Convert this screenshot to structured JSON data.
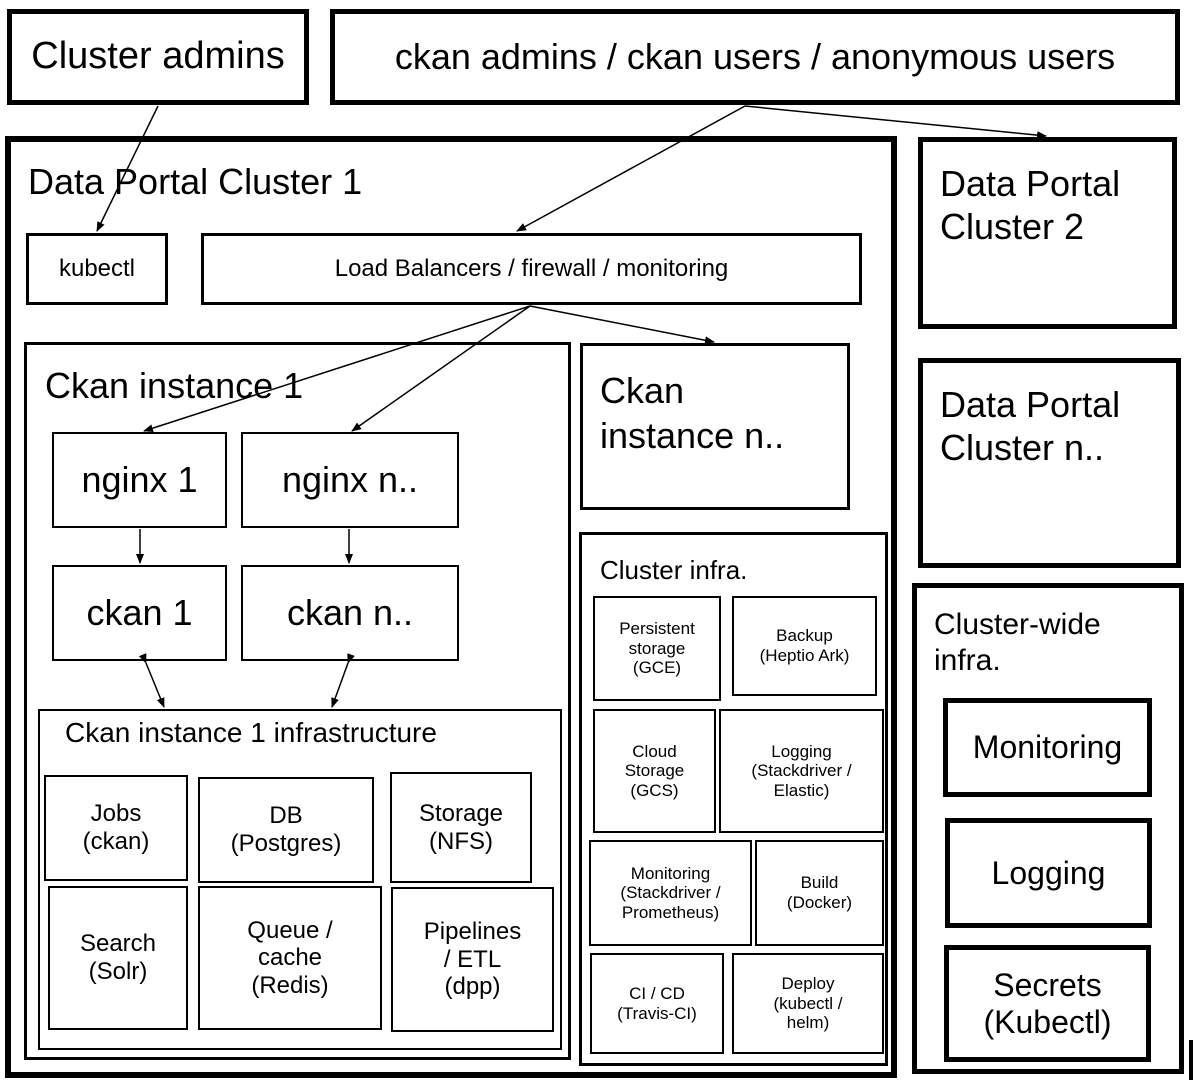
{
  "actors": {
    "cluster_admins": "Cluster admins",
    "users": "ckan admins / ckan users / anonymous users"
  },
  "cluster1": {
    "title": "Data Portal Cluster 1",
    "kubectl": "kubectl",
    "load_balancers": "Load Balancers / firewall / monitoring",
    "ckan_instance_1": {
      "title": "Ckan instance 1",
      "nginx_1": "nginx 1",
      "nginx_n": "nginx n..",
      "ckan_1": "ckan 1",
      "ckan_n": "ckan n..",
      "infrastructure": {
        "title": "Ckan instance 1 infrastructure",
        "items": [
          "Jobs\n(ckan)",
          "DB\n(Postgres)",
          "Storage\n(NFS)",
          "Search\n(Solr)",
          "Queue /\ncache\n(Redis)",
          "Pipelines\n/ ETL\n(dpp)"
        ]
      }
    },
    "ckan_instance_n": "Ckan\ninstance n..",
    "cluster_infra": {
      "title": "Cluster infra.",
      "items": [
        "Persistent\nstorage\n(GCE)",
        "Backup\n(Heptio Ark)",
        "Cloud\nStorage\n(GCS)",
        "Logging\n(Stackdriver /\nElastic)",
        "Monitoring\n(Stackdriver /\nPrometheus)",
        "Build\n(Docker)",
        "CI / CD\n(Travis-CI)",
        "Deploy\n(kubectl /\nhelm)"
      ]
    }
  },
  "cluster2": "Data Portal\nCluster 2",
  "cluster_n": "Data Portal\nCluster n..",
  "cluster_wide": {
    "title": "Cluster-wide\ninfra.",
    "items": [
      "Monitoring",
      "Logging",
      "Secrets\n(Kubectl)"
    ]
  }
}
